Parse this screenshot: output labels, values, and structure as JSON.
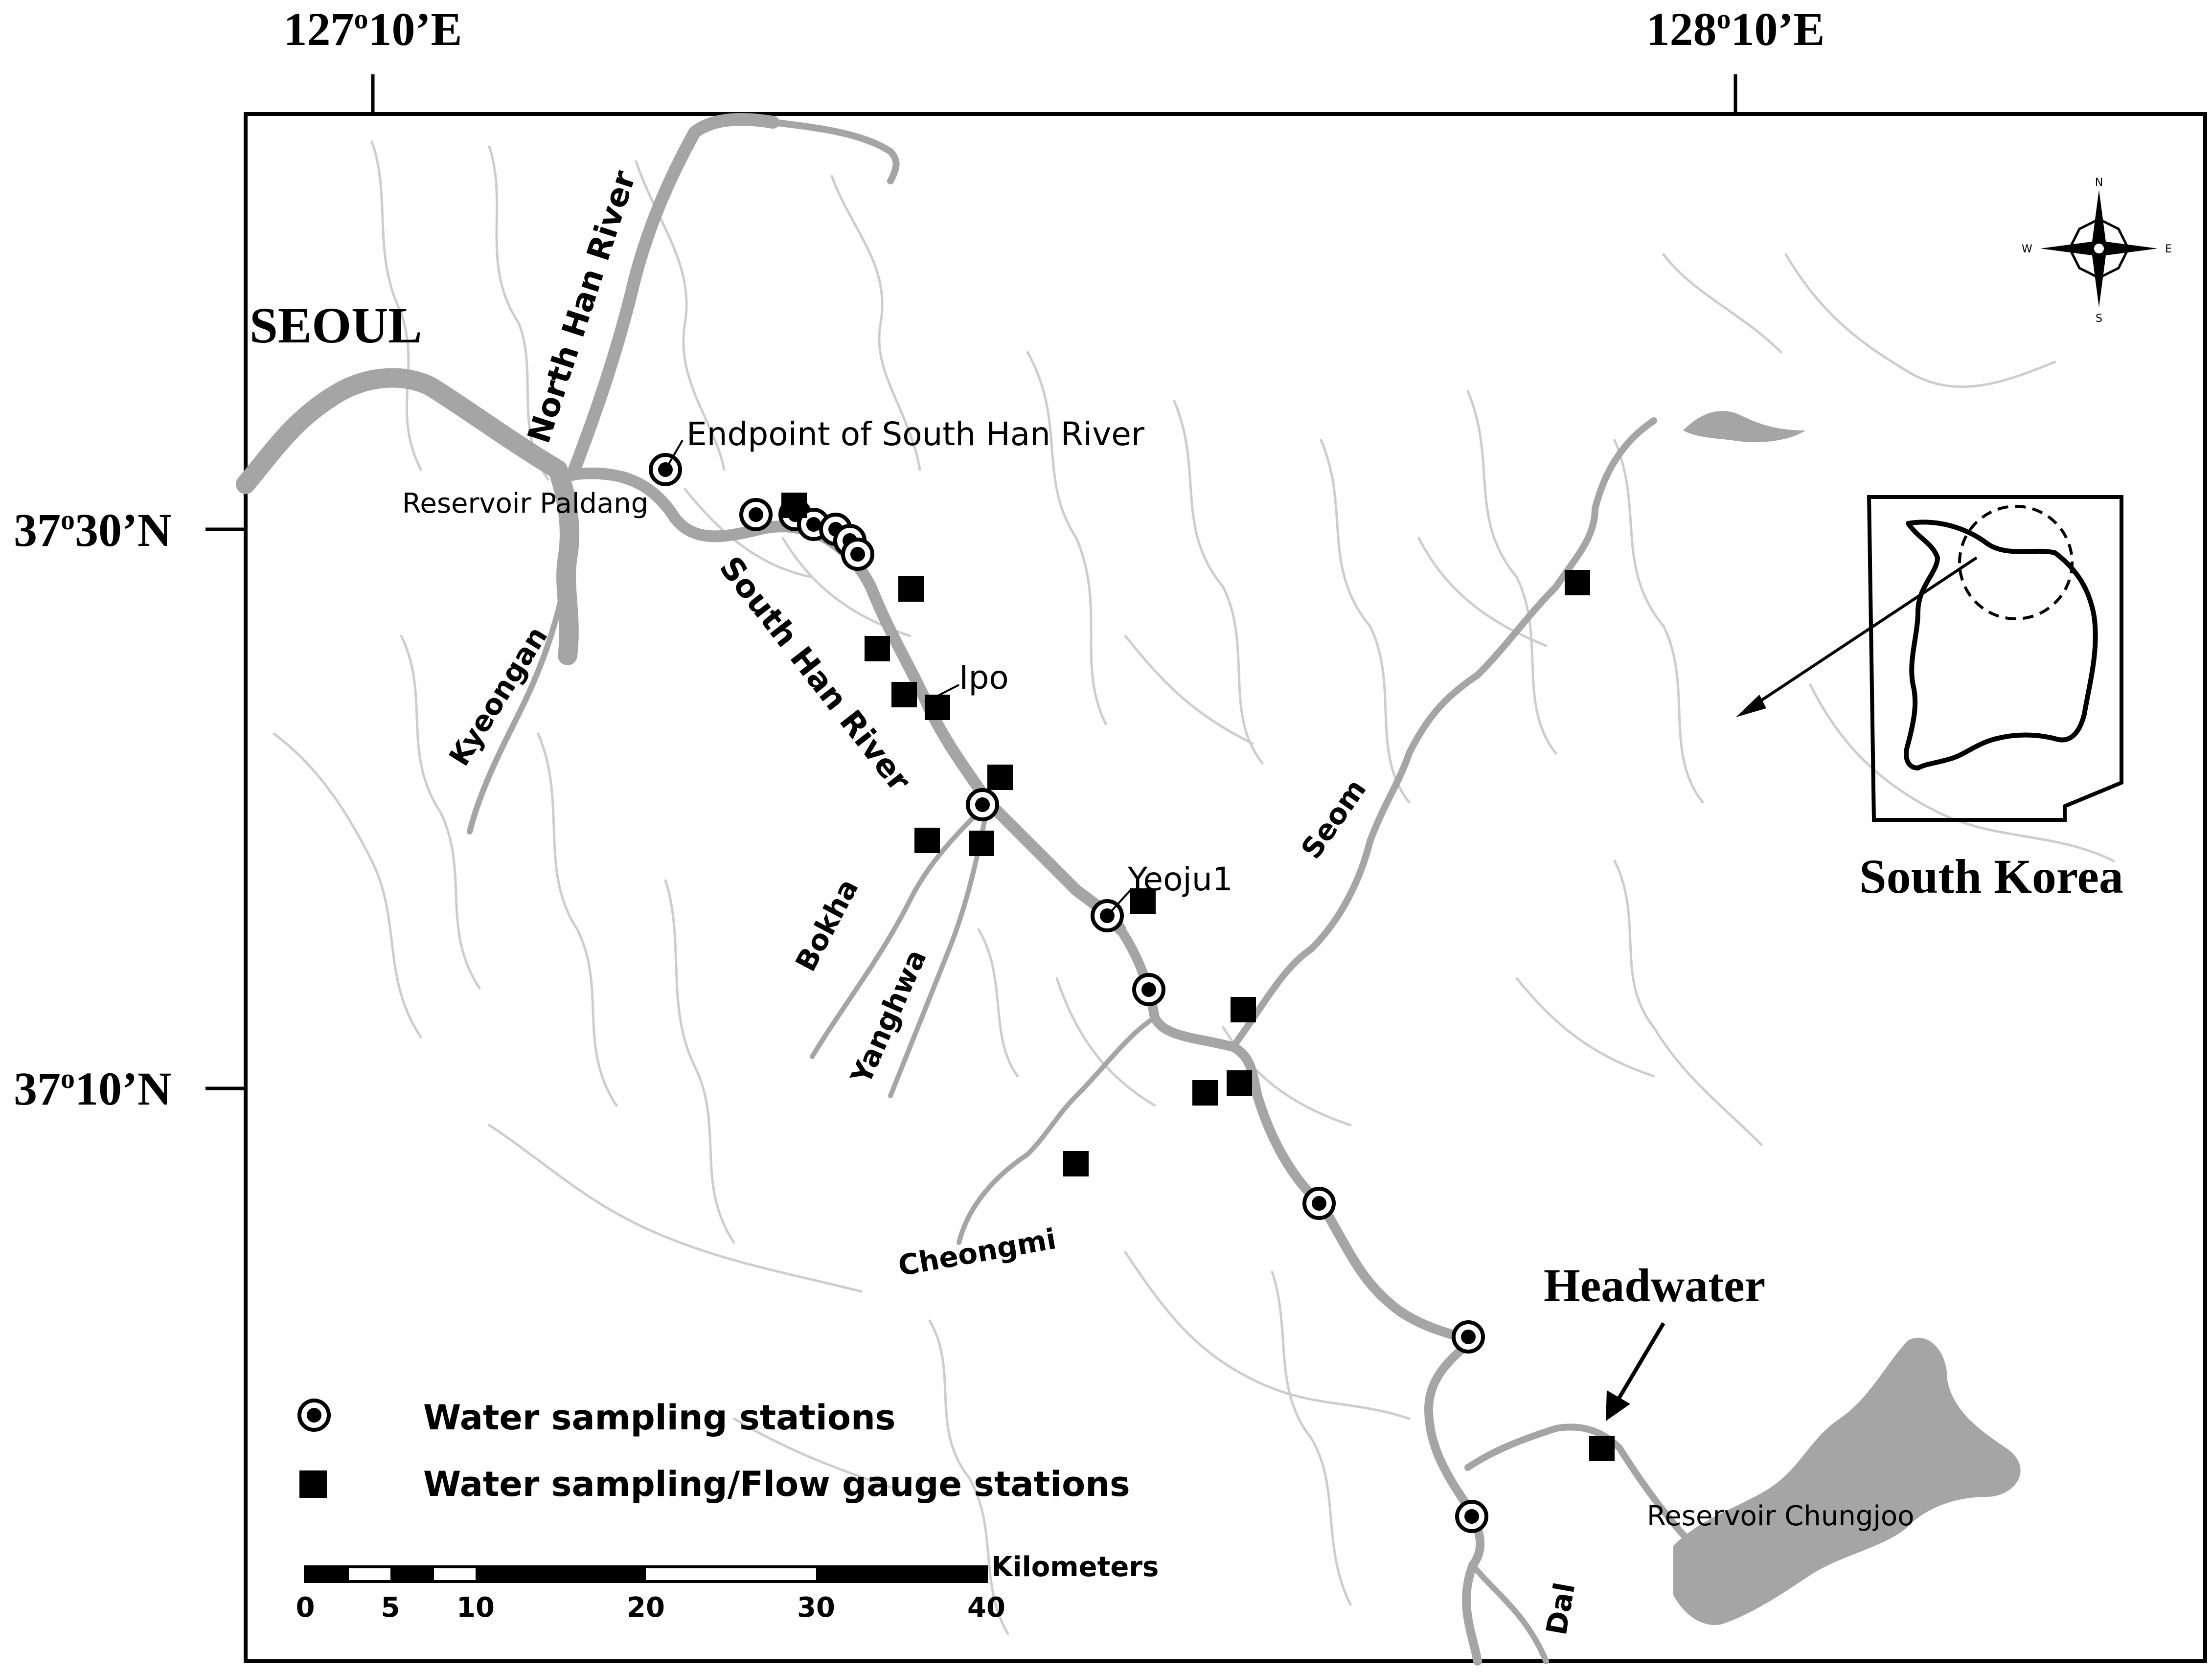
{
  "coordinates": {
    "lon_left_label": "127",
    "lon_left_sup": "o",
    "lon_left_rest": "10’E",
    "lon_right_label": "128",
    "lon_right_sup": "o",
    "lon_right_rest": "10’E",
    "lat_top_label": "37",
    "lat_top_sup": "o",
    "lat_top_rest": "30’N",
    "lat_bottom_label": "37",
    "lat_bottom_sup": "o",
    "lat_bottom_rest": "10’N"
  },
  "labels": {
    "city": "SEOUL",
    "north_han": "North Han River",
    "south_han": "South Han River",
    "reservoir_paldang": "Reservoir Paldang",
    "endpoint": "Endpoint of South Han River",
    "ipo": "Ipo",
    "yeoju": "Yeoju1",
    "kyeongan": "Kyeongan",
    "bokha": "Bokha",
    "yanghwa": "Yanghwa",
    "seom": "Seom",
    "cheongmi": "Cheongmi",
    "dal": "Dal",
    "reservoir_chungjoo": "Reservoir Chungjoo",
    "headwater": "Headwater",
    "country": "South Korea"
  },
  "compass": {
    "n": "N",
    "s": "S",
    "e": "E",
    "w": "W"
  },
  "legend": {
    "sampling": "Water sampling stations",
    "gauge": "Water sampling/Flow gauge stations"
  },
  "scale": {
    "unit": "Kilometers",
    "ticks": [
      "0",
      "5",
      "10",
      "20",
      "30",
      "40"
    ]
  },
  "colors": {
    "river": "#a8a8a8",
    "tributary": "#c9c9c9",
    "ink": "#000000",
    "frame": "#000000"
  }
}
